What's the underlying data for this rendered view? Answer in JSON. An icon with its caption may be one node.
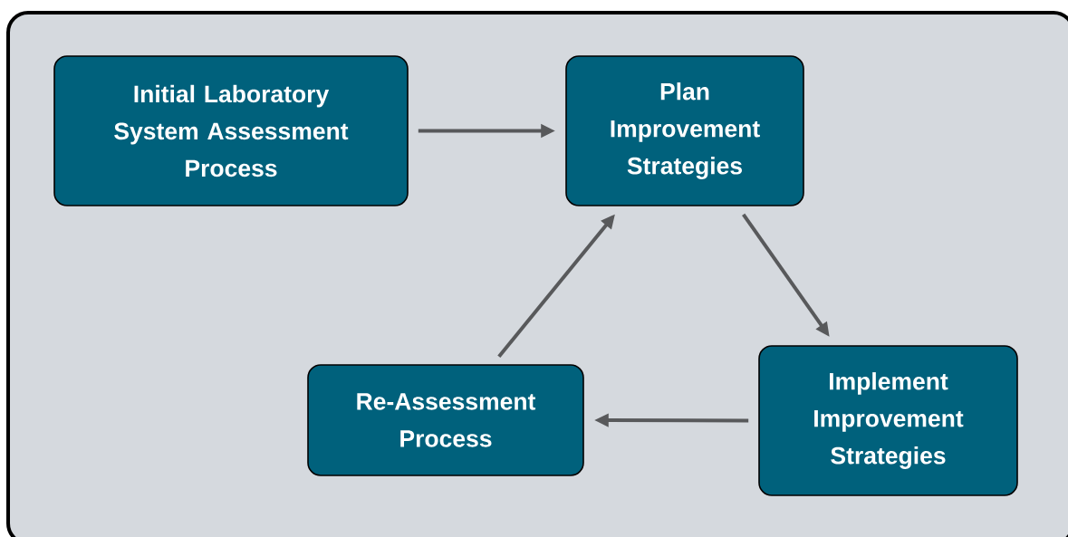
{
  "diagram": {
    "nodes": [
      {
        "text": [
          "Initial Laboratory System Assessment Process"
        ]
      },
      {
        "text": [
          "Plan Improvement Strategies"
        ]
      },
      {
        "text": [
          "Implement Improvement Strategies"
        ]
      },
      {
        "text": [
          "Re-Assessment Process"
        ]
      }
    ],
    "edges": [
      {
        "from": 0,
        "to": 1,
        "arrow": "to"
      },
      {
        "from": 1,
        "to": 2,
        "arrow": "to"
      },
      {
        "from": 2,
        "to": 3,
        "arrow": "to"
      },
      {
        "from": 3,
        "to": 1,
        "arrow": "to"
      }
    ]
  }
}
